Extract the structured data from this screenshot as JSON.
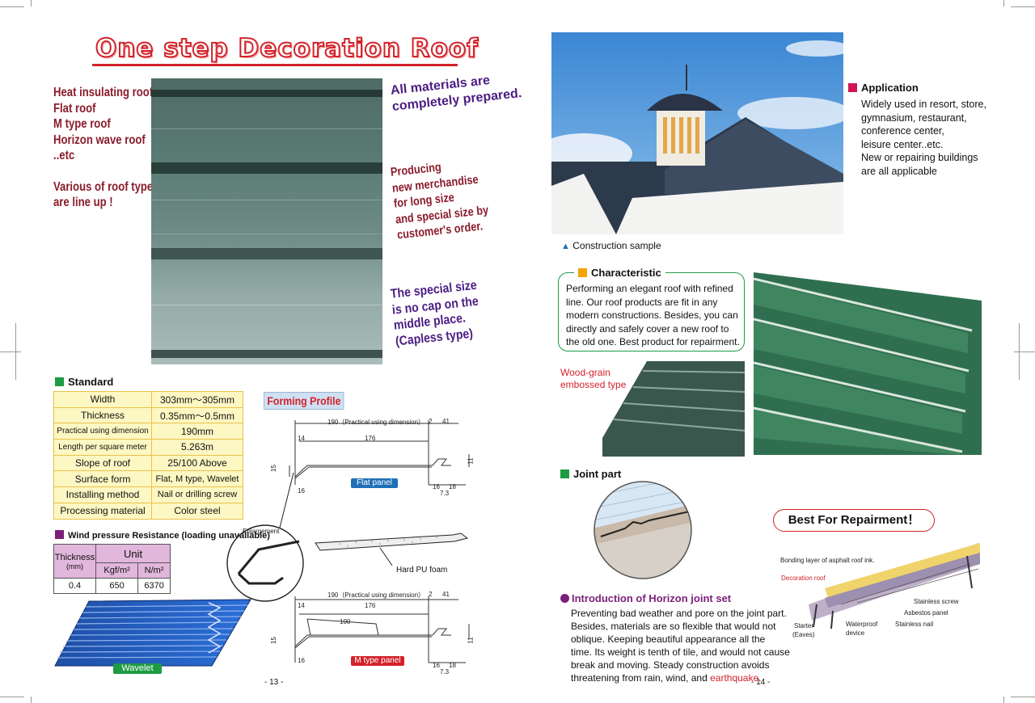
{
  "left": {
    "title": "One step Decoration Roof",
    "roof_types": [
      "Heat insulating roof",
      "Flat roof",
      "M type roof",
      "Horizon wave roof",
      "..etc"
    ],
    "roof_types_note_1": "Various of roof types",
    "roof_types_note_2": "are line up !",
    "callouts": [
      [
        "All materials are",
        "completely prepared."
      ],
      [
        "Producing",
        "new merchandise",
        "for long size",
        "and special size by",
        "customer's order."
      ],
      [
        "The special size",
        "is no cap on the",
        "middle place.",
        "(Capless type)"
      ]
    ],
    "standard": {
      "heading": "Standard",
      "rows": [
        [
          "Width",
          "303mm〜305mm"
        ],
        [
          "Thickness",
          "0.35mm〜0.5mm"
        ],
        [
          "Practical using dimension",
          "190mm"
        ],
        [
          "Length per square meter",
          "5.263m"
        ],
        [
          "Slope of roof",
          "25/100 Above"
        ],
        [
          "Surface form",
          "Flat, M type, Wavelet"
        ],
        [
          "Installing method",
          "Nail or drilling screw"
        ],
        [
          "Processing material",
          "Color steel"
        ]
      ]
    },
    "wind": {
      "heading": "Wind pressure Resistance (loading unavailable)",
      "thickness_label": "Thickness",
      "thickness_unit": "(mm)",
      "unit_label": "Unit",
      "col1": "Kgf/m²",
      "col2": "N/m²",
      "thickness": "0.4",
      "kgf": "650",
      "n": "6370"
    },
    "wavelet_label": "Wavelet",
    "forming_profile": {
      "title": "Forming Profile",
      "dim_practical": "190（Practical using dimension）",
      "dim_2": "2",
      "dim_41": "41",
      "dim_14": "14",
      "dim_176": "176",
      "dim_15": "15",
      "dim_16": "16",
      "dim_11": "11",
      "dim_18": "18",
      "dim_73": "7.3",
      "dim_100": "100",
      "flat_panel": "Flat panel",
      "enlargement": "Enlargement",
      "hard_pu": "Hard PU foam",
      "m_type_panel": "M type panel"
    },
    "page_number": "- 13 -"
  },
  "right": {
    "construction_caption": "Construction sample",
    "application": {
      "heading": "Application",
      "lines": [
        "Widely used in resort, store,",
        "gymnasium, restaurant,",
        "conference center,",
        "leisure center..etc.",
        "New or repairing buildings",
        "are all applicable"
      ]
    },
    "characteristic": {
      "heading": "Characteristic",
      "lines": [
        "Performing an elegant roof with refined",
        "line. Our roof products are fit in any",
        "modern constructions. Besides, you can",
        "directly and safely cover a new roof to",
        "the old one. Best product for repairment."
      ]
    },
    "wood_grain_1": "Wood-grain",
    "wood_grain_2": "embossed type",
    "joint_heading": "Joint part",
    "horizon": {
      "heading": "Introduction of Horizon joint set",
      "lines": [
        "Preventing bad weather and pore on the joint part.",
        "Besides, materials are so flexible that would not",
        "oblique. Keeping beautiful appearance all the",
        "time. Its weight is tenth of tile, and would not cause",
        "break and moving. Steady construction avoids"
      ],
      "last_line": "threatening from rain, wind, and ",
      "last_word": "earthquake."
    },
    "repair": {
      "title": "Best For Repairment！",
      "bonding": "Bonding layer of asphalt roof ink.",
      "decoration": "Decoration roof",
      "stainless_screw": "Stainless screw",
      "asbestos": "Asbestos panel",
      "stainless_nail": "Stainless nail",
      "starter": "Starter",
      "eaves": "(Eaves)",
      "waterproof_1": "Waterproof",
      "waterproof_2": "device"
    },
    "page_number": "- 14 -"
  },
  "colors": {
    "title_red": "#d2222a",
    "maroon": "#8a1c2b",
    "purple": "#4b1c82",
    "green_marker": "#1e9b45",
    "magenta_marker": "#d4145a",
    "orange_marker": "#f0a500",
    "violet_marker": "#7b1f7a",
    "blue_marker": "#1f6fb8",
    "table_yellow": "#fdf7c3",
    "table_pink": "#e2b7dc"
  }
}
